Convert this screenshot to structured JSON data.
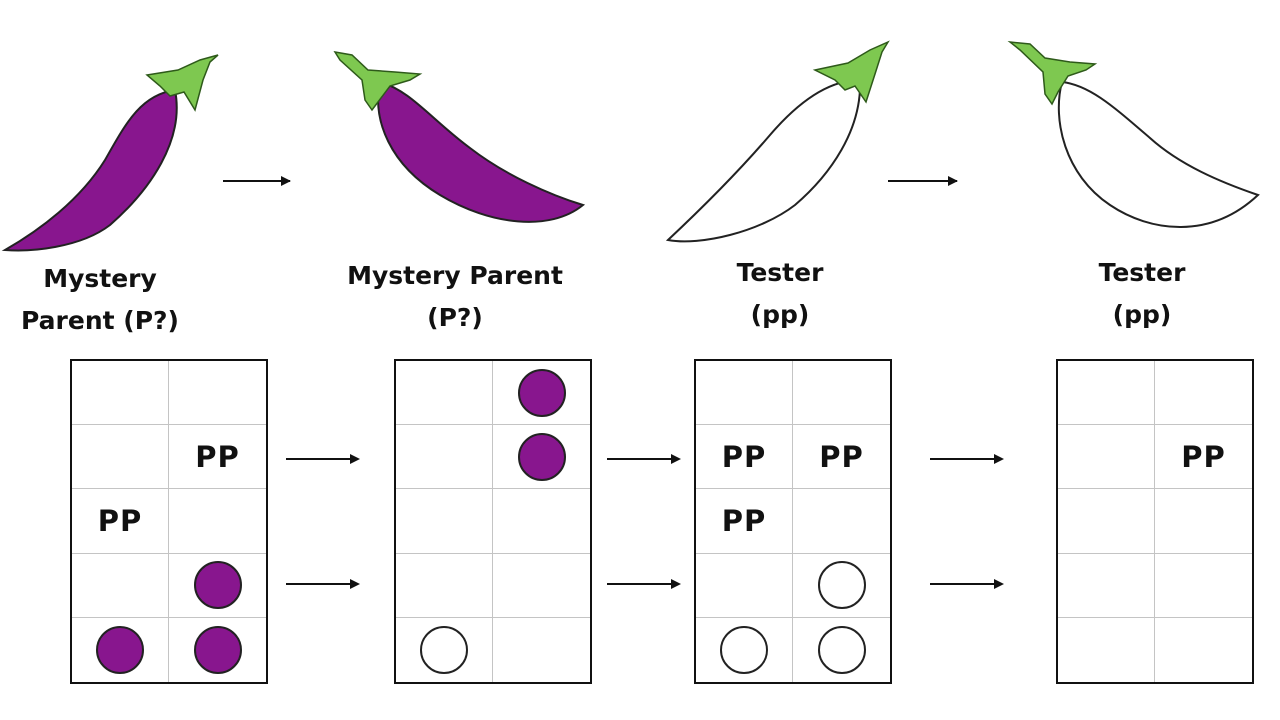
{
  "colors": {
    "eggplant_purple": "#88168e",
    "stem_green": "#7ec850",
    "outline": "#111111",
    "grid_line": "#c4c4c4"
  },
  "captions": [
    {
      "line1": "Mystery",
      "line2": "Parent (P?)"
    },
    {
      "line1": "Mystery Parent",
      "line2": "(P?)"
    },
    {
      "line1": "Tester",
      "line2": "(pp)"
    },
    {
      "line1": "Tester",
      "line2": "(pp)"
    }
  ],
  "eggplants": [
    {
      "fill": "purple"
    },
    {
      "fill": "purple"
    },
    {
      "fill": "white"
    },
    {
      "fill": "white"
    }
  ],
  "grids": [
    {
      "cells": [
        {
          "type": "empty"
        },
        {
          "type": "empty"
        },
        {
          "type": "empty"
        },
        {
          "type": "text",
          "text": "PP"
        },
        {
          "type": "text",
          "text": "PP"
        },
        {
          "type": "empty"
        },
        {
          "type": "empty"
        },
        {
          "type": "dot",
          "color": "purple"
        },
        {
          "type": "dot",
          "color": "purple"
        },
        {
          "type": "dot",
          "color": "purple"
        }
      ]
    },
    {
      "cells": [
        {
          "type": "empty"
        },
        {
          "type": "dot",
          "color": "purple"
        },
        {
          "type": "empty"
        },
        {
          "type": "dot",
          "color": "purple"
        },
        {
          "type": "empty"
        },
        {
          "type": "empty"
        },
        {
          "type": "empty"
        },
        {
          "type": "empty"
        },
        {
          "type": "dot",
          "color": "white"
        },
        {
          "type": "empty"
        }
      ]
    },
    {
      "cells": [
        {
          "type": "empty"
        },
        {
          "type": "empty"
        },
        {
          "type": "text",
          "text": "PP"
        },
        {
          "type": "text",
          "text": "PP"
        },
        {
          "type": "text",
          "text": "PP"
        },
        {
          "type": "empty"
        },
        {
          "type": "empty"
        },
        {
          "type": "dot",
          "color": "white"
        },
        {
          "type": "dot",
          "color": "white"
        },
        {
          "type": "dot",
          "color": "white"
        }
      ]
    },
    {
      "cells": [
        {
          "type": "empty"
        },
        {
          "type": "empty"
        },
        {
          "type": "empty"
        },
        {
          "type": "text",
          "text": "PP"
        },
        {
          "type": "empty"
        },
        {
          "type": "empty"
        },
        {
          "type": "empty"
        },
        {
          "type": "empty"
        },
        {
          "type": "empty"
        },
        {
          "type": "empty"
        }
      ]
    }
  ]
}
